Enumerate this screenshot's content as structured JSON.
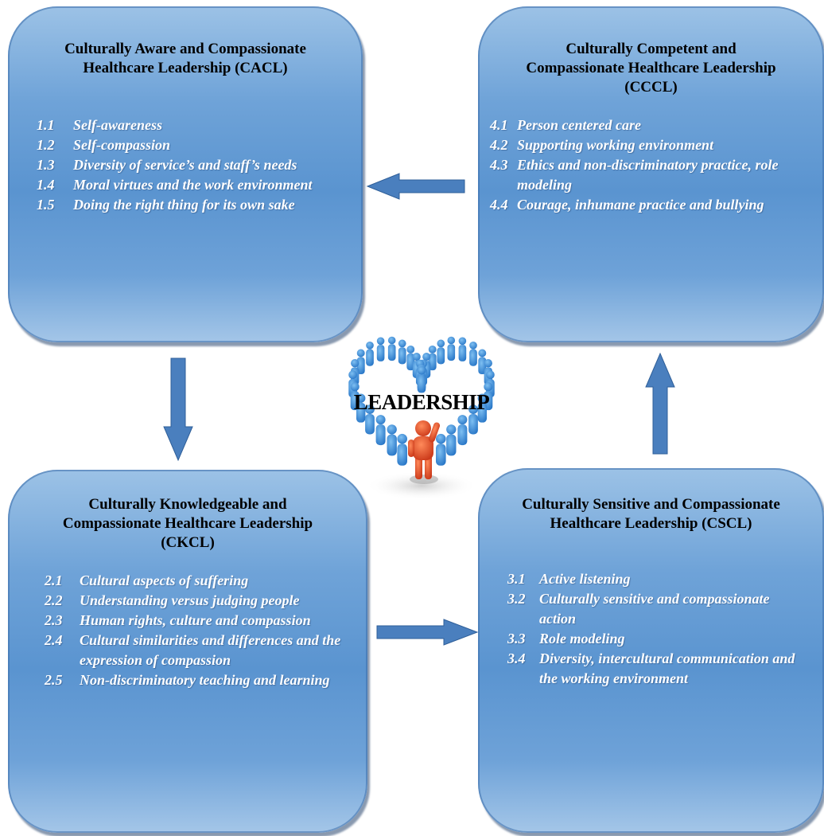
{
  "boxes": {
    "cacl": {
      "title": "Culturally Aware and Compassionate\nHealthcare Leadership (CACL)",
      "items": [
        {
          "num": "1.1",
          "text": "Self-awareness"
        },
        {
          "num": "1.2",
          "text": "Self-compassion"
        },
        {
          "num": "1.3",
          "text": "Diversity of service’s and staff’s needs"
        },
        {
          "num": "1.4",
          "text": "Moral virtues and the work environment"
        },
        {
          "num": "1.5",
          "text": "Doing the right thing for its own sake"
        }
      ]
    },
    "cccl": {
      "title": "Culturally Competent and\nCompassionate Healthcare Leadership\n(CCCL)",
      "items": [
        {
          "num": "4.1",
          "text": "Person centered care"
        },
        {
          "num": "4.2",
          "text": "Supporting working environment"
        },
        {
          "num": "4.3",
          "text": "Ethics and non-discriminatory practice, role modeling"
        },
        {
          "num": "4.4",
          "text": "Courage, inhumane practice and bullying"
        }
      ]
    },
    "ckcl": {
      "title": "Culturally Knowledgeable and\nCompassionate Healthcare Leadership\n(CKCL)",
      "items": [
        {
          "num": "2.1",
          "text": "Cultural aspects of suffering"
        },
        {
          "num": "2.2",
          "text": "Understanding versus judging people"
        },
        {
          "num": "2.3",
          "text": "Human rights, culture and compassion"
        },
        {
          "num": "2.4",
          "text": "Cultural similarities and differences and the expression of compassion"
        },
        {
          "num": "2.5",
          "text": "Non-discriminatory teaching and learning"
        }
      ]
    },
    "cscl": {
      "title": "Culturally Sensitive and Compassionate\nHealthcare Leadership (CSCL)",
      "items": [
        {
          "num": "3.1",
          "text": "Active listening"
        },
        {
          "num": "3.2",
          "text": "Culturally sensitive and compassionate action"
        },
        {
          "num": "3.3",
          "text": "Role modeling"
        },
        {
          "num": "3.4",
          "text": "Diversity, intercultural communication and the working environment"
        }
      ]
    }
  },
  "center": {
    "label": "LEADERSHIP",
    "graphic": "heart-of-people-icon"
  },
  "colors": {
    "box_fill": "#5a94d0",
    "arrow_fill": "#4a7fbe",
    "leader_figure": "#e2502a",
    "crowd_figure": "#3f8fd8"
  }
}
